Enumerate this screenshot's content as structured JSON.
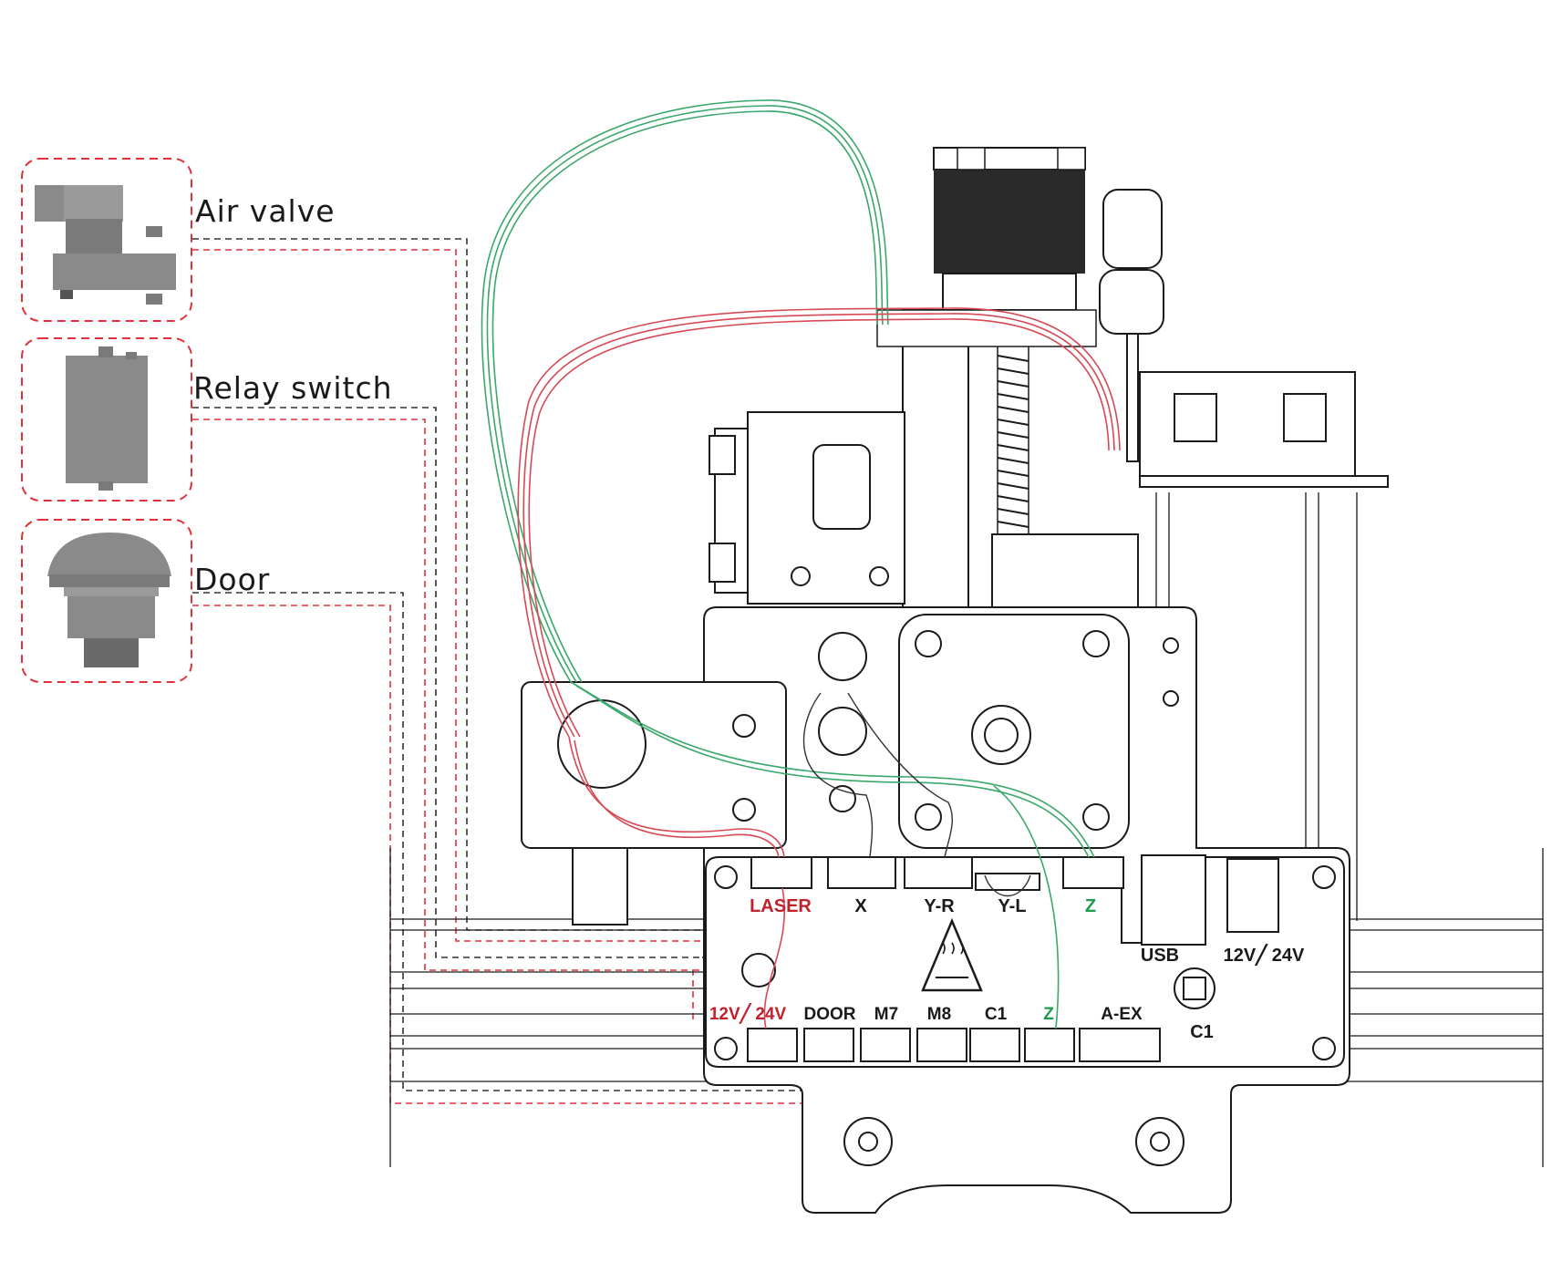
{
  "callouts": {
    "air_valve": "Air valve",
    "relay_switch": "Relay switch",
    "door": "Door"
  },
  "board": {
    "top_ports": {
      "laser": "LASER",
      "x": "X",
      "y_r": "Y-R",
      "y_l": "Y-L",
      "z": "Z"
    },
    "side_labels": {
      "usb": "USB",
      "power": "12V╱ 24V",
      "button": "C1"
    },
    "bottom_ports": {
      "power": "12V╱ 24V",
      "door": "DOOR",
      "m7": "M7",
      "m8": "M8",
      "c1": "C1",
      "z": "Z",
      "a_ex": "A-EX"
    }
  },
  "colors": {
    "callout_box_border": "#e0313c",
    "red_wire": "#d64a55",
    "green_wire": "#3aa86a",
    "red_label": "#c0212c",
    "green_label": "#1d9a4a",
    "line": "#1a1a1a"
  }
}
